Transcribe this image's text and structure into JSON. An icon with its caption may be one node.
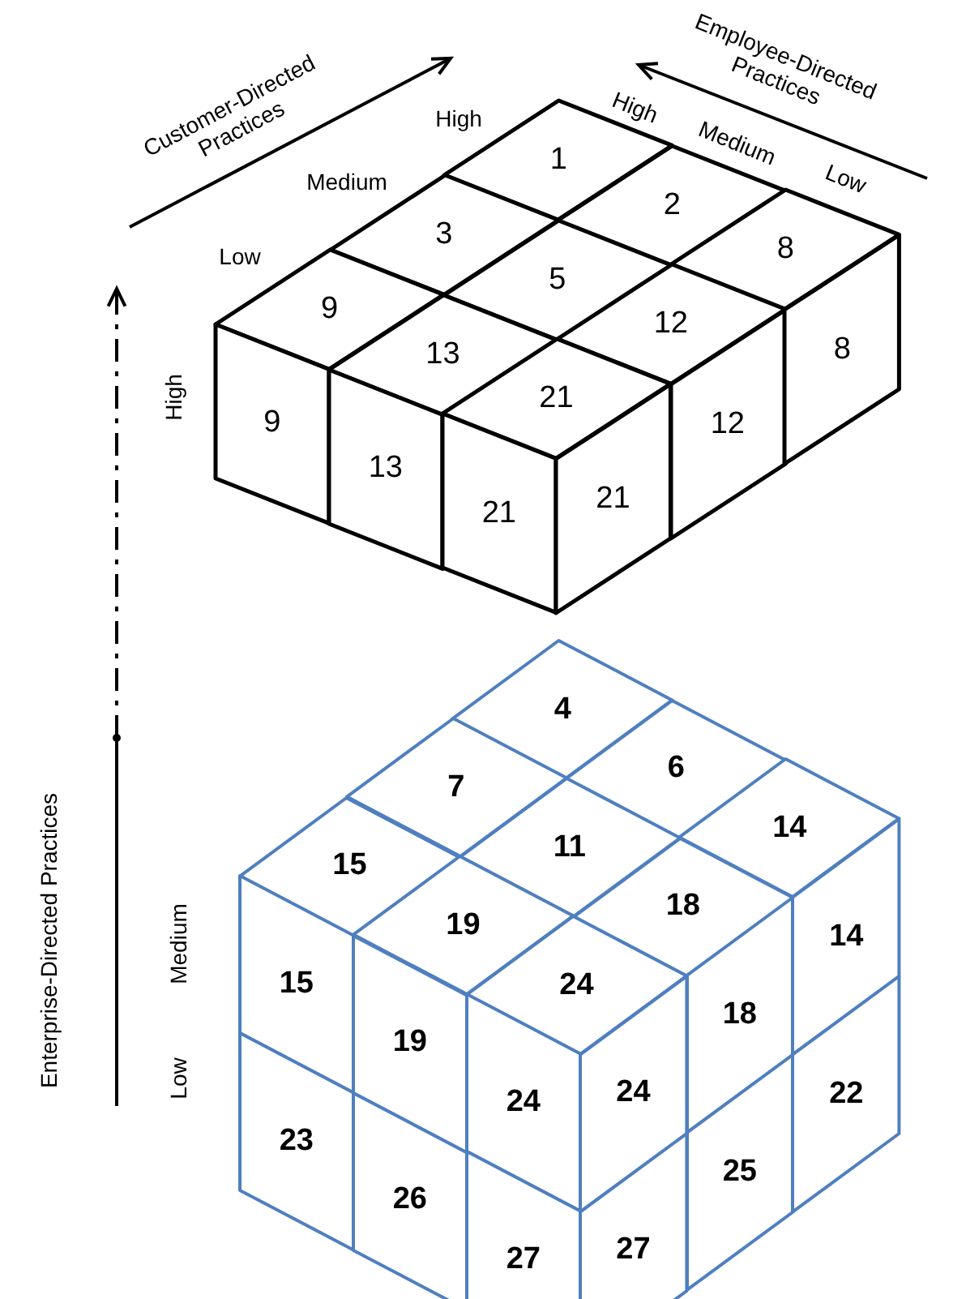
{
  "diagram": {
    "nodes": [
      {
        "text": [
          "1"
        ]
      },
      {
        "text": [
          "3"
        ]
      },
      {
        "text": [
          "2"
        ]
      },
      {
        "text": [
          "9"
        ]
      },
      {
        "text": [
          "5"
        ]
      },
      {
        "text": [
          "8"
        ]
      },
      {
        "text": [
          "13"
        ]
      },
      {
        "text": [
          "12"
        ]
      },
      {
        "text": [
          "21"
        ]
      },
      {
        "text": [
          "9"
        ]
      },
      {
        "text": [
          "13"
        ]
      },
      {
        "text": [
          "21"
        ]
      },
      {
        "text": [
          "21"
        ]
      },
      {
        "text": [
          "12"
        ]
      },
      {
        "text": [
          "8"
        ]
      },
      {
        "text": [
          "4"
        ]
      },
      {
        "text": [
          "7"
        ]
      },
      {
        "text": [
          "6"
        ]
      },
      {
        "text": [
          "15"
        ]
      },
      {
        "text": [
          "11"
        ]
      },
      {
        "text": [
          "14"
        ]
      },
      {
        "text": [
          "19"
        ]
      },
      {
        "text": [
          "18"
        ]
      },
      {
        "text": [
          "24"
        ]
      },
      {
        "text": [
          "15"
        ]
      },
      {
        "text": [
          "19"
        ]
      },
      {
        "text": [
          "24"
        ]
      },
      {
        "text": [
          "24"
        ]
      },
      {
        "text": [
          "18"
        ]
      },
      {
        "text": [
          "14"
        ]
      },
      {
        "text": [
          "23"
        ]
      },
      {
        "text": [
          "26"
        ]
      },
      {
        "text": [
          "27"
        ]
      },
      {
        "text": [
          "27"
        ]
      },
      {
        "text": [
          "25"
        ]
      },
      {
        "text": [
          "22"
        ]
      }
    ],
    "labels": [
      "Customer-Directed Practices",
      "Employee-Directed Practices",
      "High",
      "High",
      "Medium",
      "Medium",
      "Low",
      "Low",
      "High",
      "Enterprise-Directed Practices",
      "Medium",
      "Low"
    ]
  }
}
